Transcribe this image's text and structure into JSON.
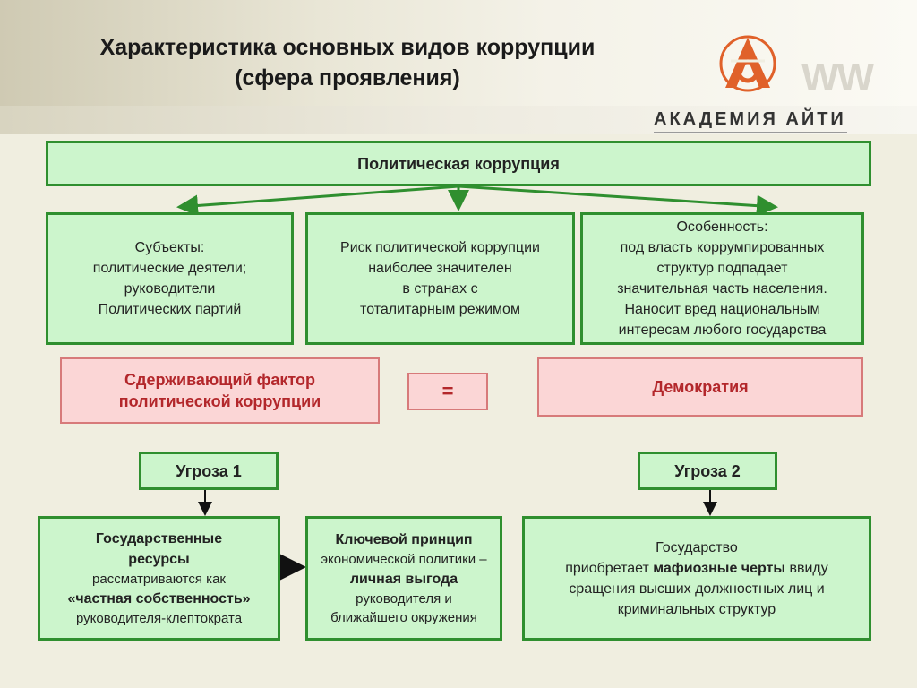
{
  "header": {
    "title_line1": "Характеристика основных видов коррупции",
    "title_line2": "(сфера проявления)",
    "logo_text": "АКАДЕМИЯ АЙТИ",
    "logo_watermark": "WW"
  },
  "top": {
    "label": "Политическая коррупция"
  },
  "boxes": {
    "subjects": [
      "Субъекты:",
      "политические деятели;",
      "руководители",
      "Политических партий"
    ],
    "risk": [
      "Риск политической коррупции",
      "наиболее значителен",
      "в странах с",
      "тоталитарным режимом"
    ],
    "feature": [
      "Особенность:",
      "под власть коррумпированных",
      "структур подпадает",
      "значительная часть населения.",
      "Наносит вред национальным",
      "интересам любого государства"
    ]
  },
  "factor": {
    "left": [
      "Сдерживающий фактор",
      "политической коррупции"
    ],
    "equals": "=",
    "right": "Демократия"
  },
  "threats": {
    "t1": "Угроза 1",
    "t2": "Угроза 2"
  },
  "bottom": {
    "resources": {
      "line1": "Государственные",
      "line2": "ресурсы",
      "line3": "рассматриваются как",
      "line4": "«частная собственность»",
      "line5": "руководителя-клептократа"
    },
    "principle": {
      "line1": "Ключевой принцип",
      "line2": "экономической политики –",
      "line3": "личная выгода",
      "line4": "руководителя и",
      "line5": "ближайшего окружения"
    },
    "state": {
      "line1": "Государство",
      "line2_pre": "приобретает ",
      "line2_bold": "мафиозные черты",
      "line2_post": " ввиду",
      "line3": "сращения высших должностных лиц и",
      "line4": "криминальных структур"
    }
  },
  "colors": {
    "green_fill": "#ccf5cc",
    "green_border": "#2f8f2f",
    "pink_fill": "#fbd6d6",
    "pink_border": "#d77a7a",
    "factor_text": "#b3272b",
    "logo_orange": "#e0612a"
  }
}
